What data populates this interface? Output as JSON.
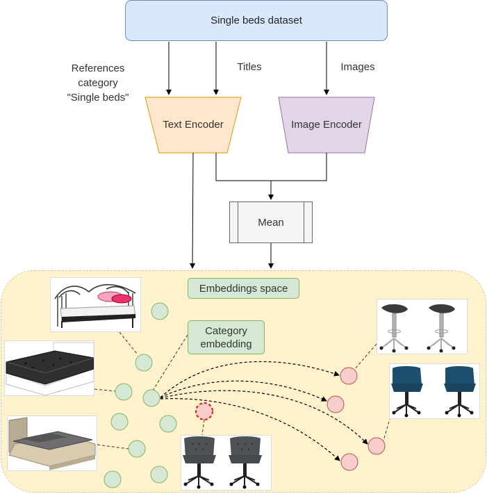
{
  "dataset": {
    "label": "Single beds dataset"
  },
  "input_labels": {
    "references": [
      "References",
      "category",
      "\"Single beds\""
    ],
    "titles": "Titles",
    "images": "Images"
  },
  "text_encoder": {
    "label": "Text Encoder",
    "fill": "#ffe6cc",
    "stroke": "#d79b00"
  },
  "image_encoder": {
    "label": "Image Encoder",
    "fill": "#e1d5e7",
    "stroke": "#9673a6"
  },
  "mean": {
    "label": "Mean"
  },
  "embeddings_space": {
    "title": "Embeddings space",
    "category_embedding": [
      "Category",
      "embedding"
    ],
    "fill": "#fff2cc",
    "point_fill_green": "#d5e8d4",
    "point_fill_red": "#f8cecc",
    "outlier_stroke": "#e51400"
  },
  "images": {
    "daybed": "daybed-image",
    "black_bed": "black-mattress-bed-image",
    "wood_bed": "wooden-bed-image",
    "stools": "bar-stools-image",
    "blue_chairs": "blue-office-chairs-image",
    "grey_chairs": "grey-office-chairs-image"
  }
}
